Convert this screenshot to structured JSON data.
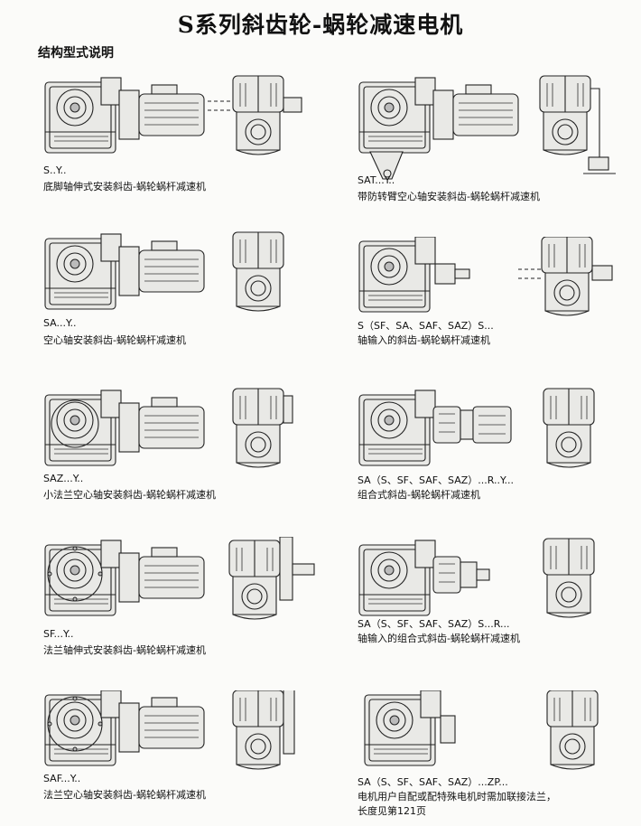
{
  "page": {
    "title": "S系列斜齿轮-蜗轮减速电机",
    "subtitle": "结构型式说明"
  },
  "items": [
    {
      "code": "S..Y..",
      "desc": "底脚轴伸式安装斜齿-蜗轮蜗杆减速机",
      "desc2": ""
    },
    {
      "code": "SAT...Y..",
      "desc": "带防转臂空心轴安装斜齿-蜗轮蜗杆减速机",
      "desc2": ""
    },
    {
      "code": "SA...Y..",
      "desc": "空心轴安装斜齿-蜗轮蜗杆减速机",
      "desc2": ""
    },
    {
      "code": "S（SF、SA、SAF、SAZ）S...",
      "desc": "轴输入的斜齿-蜗轮蜗杆减速机",
      "desc2": ""
    },
    {
      "code": "SAZ...Y..",
      "desc": "小法兰空心轴安装斜齿-蜗轮蜗杆减速机",
      "desc2": ""
    },
    {
      "code": "SA（S、SF、SAF、SAZ）...R..Y...",
      "desc": "组合式斜齿-蜗轮蜗杆减速机",
      "desc2": ""
    },
    {
      "code": "SF...Y..",
      "desc": "法兰轴伸式安装斜齿-蜗轮蜗杆减速机",
      "desc2": ""
    },
    {
      "code": "SA（S、SF、SAF、SAZ）S...R...",
      "desc": "轴输入的组合式斜齿-蜗轮蜗杆减速机",
      "desc2": ""
    },
    {
      "code": "SAF...Y..",
      "desc": "法兰空心轴安装斜齿-蜗轮蜗杆减速机",
      "desc2": ""
    },
    {
      "code": "SA（S、SF、SAF、SAZ）...ZP...",
      "desc": "电机用户自配或配特殊电机时需加联接法兰，",
      "desc2": "长度见第121页"
    }
  ]
}
